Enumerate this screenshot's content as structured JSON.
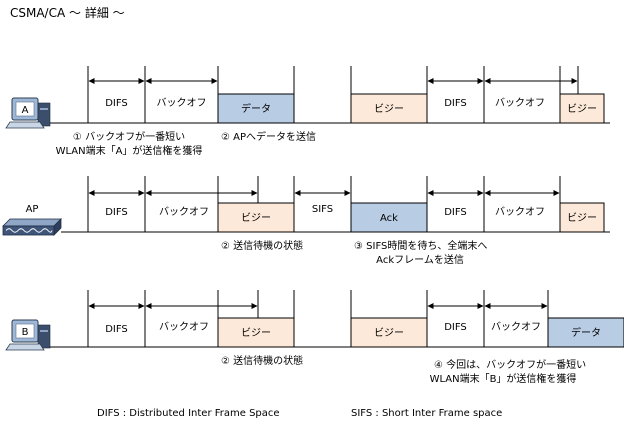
{
  "title": "CSMA/CA ～ 詳細 ～",
  "colors": {
    "busy": "#fde9d9",
    "data": "#b8cce4",
    "ack": "#b8cce4",
    "line": "#000000"
  },
  "rows": [
    {
      "id": "a",
      "label": "A",
      "icon": "computer-icon",
      "segments": [
        {
          "kind": "arrow",
          "text": "DIFS"
        },
        {
          "kind": "arrow",
          "text": "バックオフ"
        },
        {
          "kind": "box",
          "style": "data",
          "text": "データ"
        },
        {
          "kind": "box",
          "style": "busy",
          "text": "ビジー"
        },
        {
          "kind": "arrow",
          "text": "DIFS"
        },
        {
          "kind": "arrow",
          "text": "バックオフ"
        },
        {
          "kind": "box",
          "style": "busy",
          "text": "ビジー"
        }
      ],
      "captions": [
        {
          "lines": [
            "① バックオフが一番短い",
            "WLAN端末「A」が送信権を獲得"
          ]
        },
        {
          "lines": [
            "② APへデータを送信"
          ]
        }
      ]
    },
    {
      "id": "ap",
      "label": "AP",
      "icon": "access-point-icon",
      "segments": [
        {
          "kind": "arrow",
          "text": "DIFS"
        },
        {
          "kind": "arrow",
          "text": "バックオフ"
        },
        {
          "kind": "box",
          "style": "busy",
          "text": "ビジー"
        },
        {
          "kind": "arrow",
          "text": "SIFS"
        },
        {
          "kind": "box",
          "style": "ack",
          "text": "Ack"
        },
        {
          "kind": "arrow",
          "text": "DIFS"
        },
        {
          "kind": "arrow",
          "text": "バックオフ"
        },
        {
          "kind": "box",
          "style": "busy",
          "text": "ビジー"
        }
      ],
      "captions": [
        {
          "lines": [
            "② 送信待機の状態"
          ]
        },
        {
          "lines": [
            "③ SIFS時間を待ち、全端末へ",
            "Ackフレームを送信"
          ]
        }
      ]
    },
    {
      "id": "b",
      "label": "B",
      "icon": "computer-icon",
      "segments": [
        {
          "kind": "arrow",
          "text": "DIFS"
        },
        {
          "kind": "arrow",
          "text": "バックオフ"
        },
        {
          "kind": "box",
          "style": "busy",
          "text": "ビジー"
        },
        {
          "kind": "box",
          "style": "busy",
          "text": "ビジー"
        },
        {
          "kind": "arrow",
          "text": "DIFS"
        },
        {
          "kind": "arrow",
          "text": "バックオフ"
        },
        {
          "kind": "box",
          "style": "data",
          "text": "データ"
        }
      ],
      "captions": [
        {
          "lines": [
            "② 送信待機の状態"
          ]
        },
        {
          "lines": [
            "④ 今回は、バックオフが一番短い",
            "WLAN端末「B」が送信権を獲得"
          ]
        }
      ]
    }
  ],
  "footnotes": {
    "difs": "DIFS : Distributed Inter Frame Space",
    "sifs": "SIFS : Short Inter Frame space"
  }
}
